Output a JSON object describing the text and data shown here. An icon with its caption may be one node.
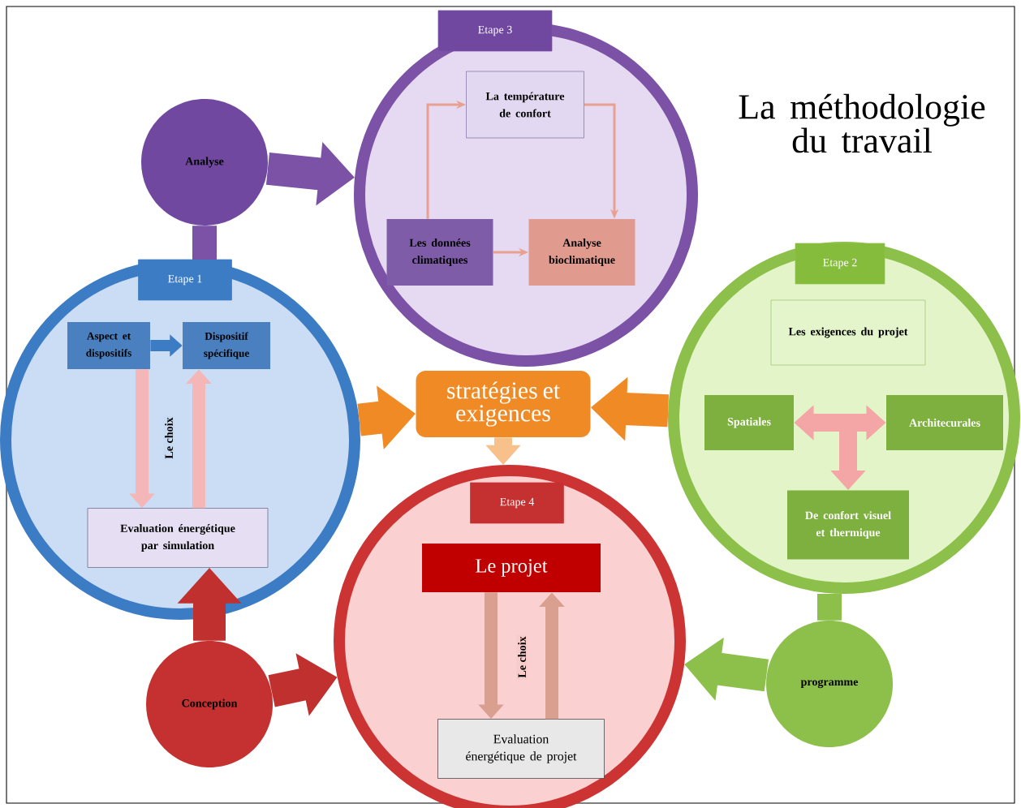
{
  "diagram": {
    "title": "La méthodologie du travail",
    "nodes": [
      {
        "text": [
          "Etape 3"
        ]
      },
      {
        "text": [
          "La température de confort"
        ],
        "in": 0
      },
      {
        "text": [
          "Les données climatiques"
        ],
        "in": 0
      },
      {
        "text": [
          "Analyse bioclimatique"
        ],
        "in": 0
      },
      {
        "text": [
          "Analyse"
        ]
      },
      {
        "text": [
          "Etape 1"
        ]
      },
      {
        "text": [
          "Aspect et dispositifs"
        ],
        "in": 5
      },
      {
        "text": [
          "Dispositif spécifique"
        ],
        "in": 5
      },
      {
        "text": [
          "Evaluation énergétique par simulation"
        ],
        "in": 5
      },
      {
        "text": [
          "stratégies et exigences"
        ]
      },
      {
        "text": [
          "Etape 2"
        ]
      },
      {
        "text": [
          "Les exigences du projet"
        ],
        "in": 10
      },
      {
        "text": [
          "Spatiales"
        ],
        "in": 10
      },
      {
        "text": [
          "Architecurales"
        ],
        "in": 10
      },
      {
        "text": [
          "De confort visuel et thermique"
        ],
        "in": 10
      },
      {
        "text": [
          "programme"
        ]
      },
      {
        "text": [
          "Etape 4"
        ]
      },
      {
        "text": [
          "Le projet"
        ],
        "in": 16
      },
      {
        "text": [
          "Evaluation énergétique de projet"
        ],
        "in": 16
      },
      {
        "text": [
          "Conception"
        ]
      }
    ],
    "edges": [
      {
        "from": 4,
        "to": 0,
        "arrow": "to",
        "style": "thick",
        "color": "#7b52a6"
      },
      {
        "from": 4,
        "to": 5,
        "arrow": "none",
        "color": "#7b52a6"
      },
      {
        "from": 2,
        "to": 1,
        "arrow": "to",
        "color": "#e8a090"
      },
      {
        "from": 1,
        "to": 3,
        "arrow": "to",
        "color": "#e8a090"
      },
      {
        "from": 2,
        "to": 3,
        "arrow": "to",
        "color": "#e8a090"
      },
      {
        "from": 6,
        "to": 7,
        "arrow": "to",
        "color": "#3b7cc4"
      },
      {
        "from": 6,
        "to": 8,
        "arrow": "to",
        "color": "#f4b6b6",
        "label": "Le choix"
      },
      {
        "from": 8,
        "to": 7,
        "arrow": "to",
        "color": "#f4b6b6"
      },
      {
        "from": 5,
        "to": 9,
        "arrow": "to",
        "style": "thick",
        "color": "#f08a24"
      },
      {
        "from": 10,
        "to": 9,
        "arrow": "to",
        "style": "thick",
        "color": "#f08a24"
      },
      {
        "from": 9,
        "to": 16,
        "arrow": "to",
        "color": "#f8c08a"
      },
      {
        "from": 12,
        "to": 13,
        "arrow": "both",
        "color": "#f4a6a6"
      },
      {
        "from": null,
        "to": 14,
        "arrow": "to",
        "color": "#f4a6a6"
      },
      {
        "from": 15,
        "to": 10,
        "arrow": "none",
        "color": "#8cc04a"
      },
      {
        "from": 15,
        "to": 16,
        "arrow": "to",
        "style": "thick",
        "color": "#8cc04a"
      },
      {
        "from": 19,
        "to": 8,
        "arrow": "to",
        "style": "thick",
        "color": "#c0302e"
      },
      {
        "from": 19,
        "to": 16,
        "arrow": "to",
        "style": "thick",
        "color": "#c0302e"
      },
      {
        "from": 17,
        "to": 18,
        "arrow": "to",
        "color": "#d9a090",
        "label": "Le choix"
      },
      {
        "from": 18,
        "to": 17,
        "arrow": "to",
        "color": "#d9a090"
      }
    ]
  }
}
